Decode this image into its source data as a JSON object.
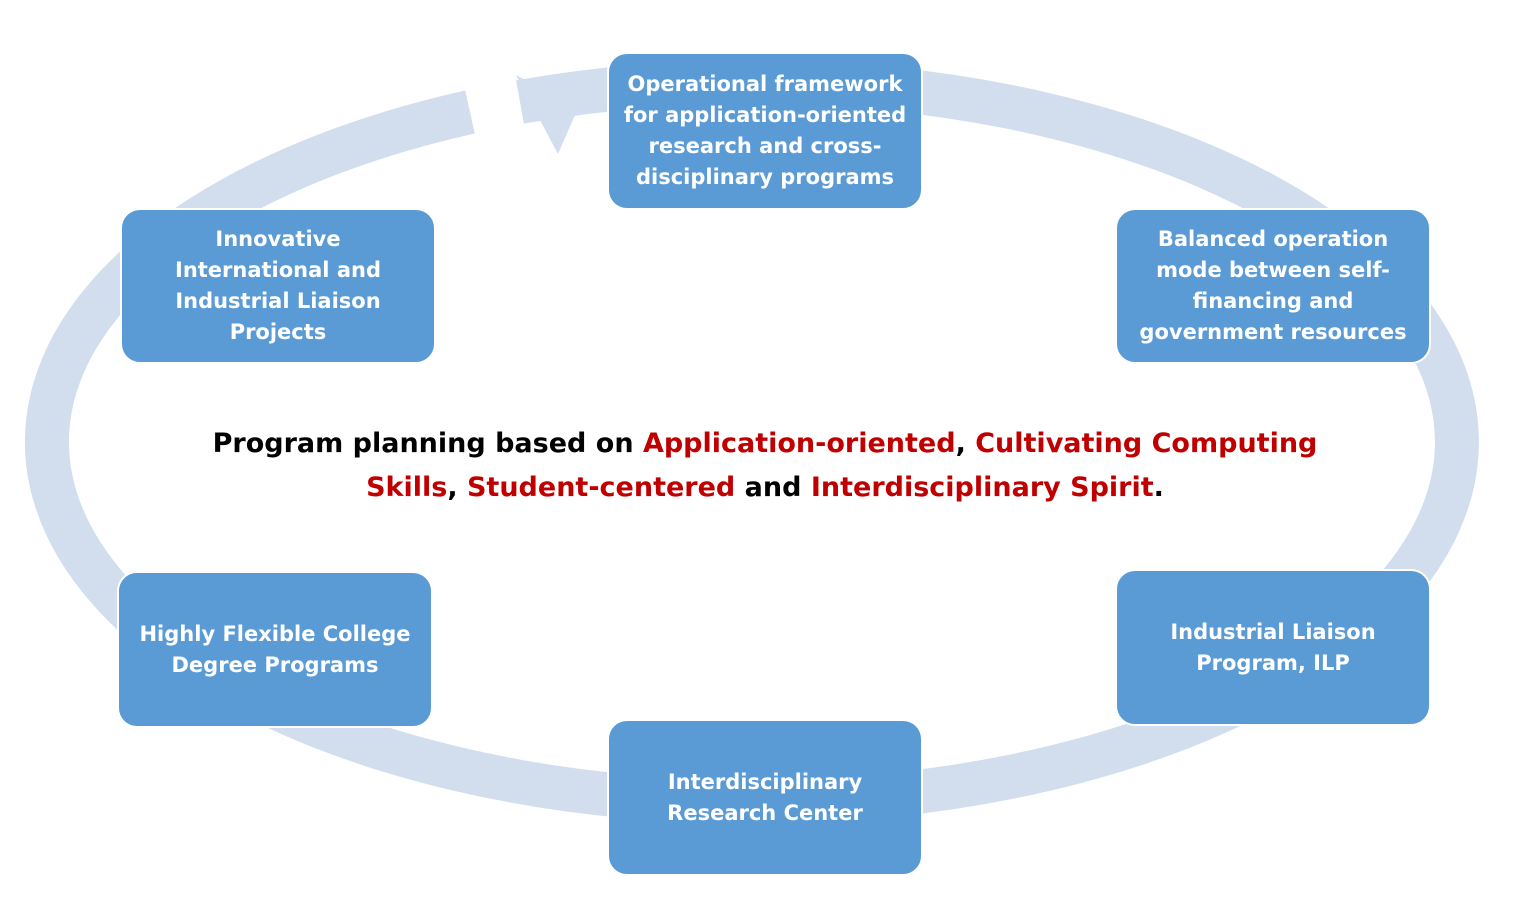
{
  "colors": {
    "ring": "#d2deee",
    "box_fill": "#5b9bd5",
    "box_text": "#ffffff",
    "statement_text": "#000000",
    "highlight": "#c00000"
  },
  "nodes": {
    "top": "Operational framework for application-oriented research and cross-disciplinary programs",
    "top_right": "Balanced operation mode between self-financing and government resources",
    "bottom_right": "Industrial Liaison Program, ILP",
    "bottom": "Interdisciplinary Research Center",
    "bottom_left": "Highly Flexible College Degree Programs",
    "top_left": "Innovative International and Industrial Liaison Projects"
  },
  "statement": {
    "prefix": "Program planning based on ",
    "term1": "Application-oriented",
    "sep1": ", ",
    "term2": "Cultivating Computing Skills",
    "sep2": ", ",
    "term3": "Student-centered",
    "sep3": " and ",
    "term4": "Interdisciplinary Spirit",
    "suffix": "."
  }
}
